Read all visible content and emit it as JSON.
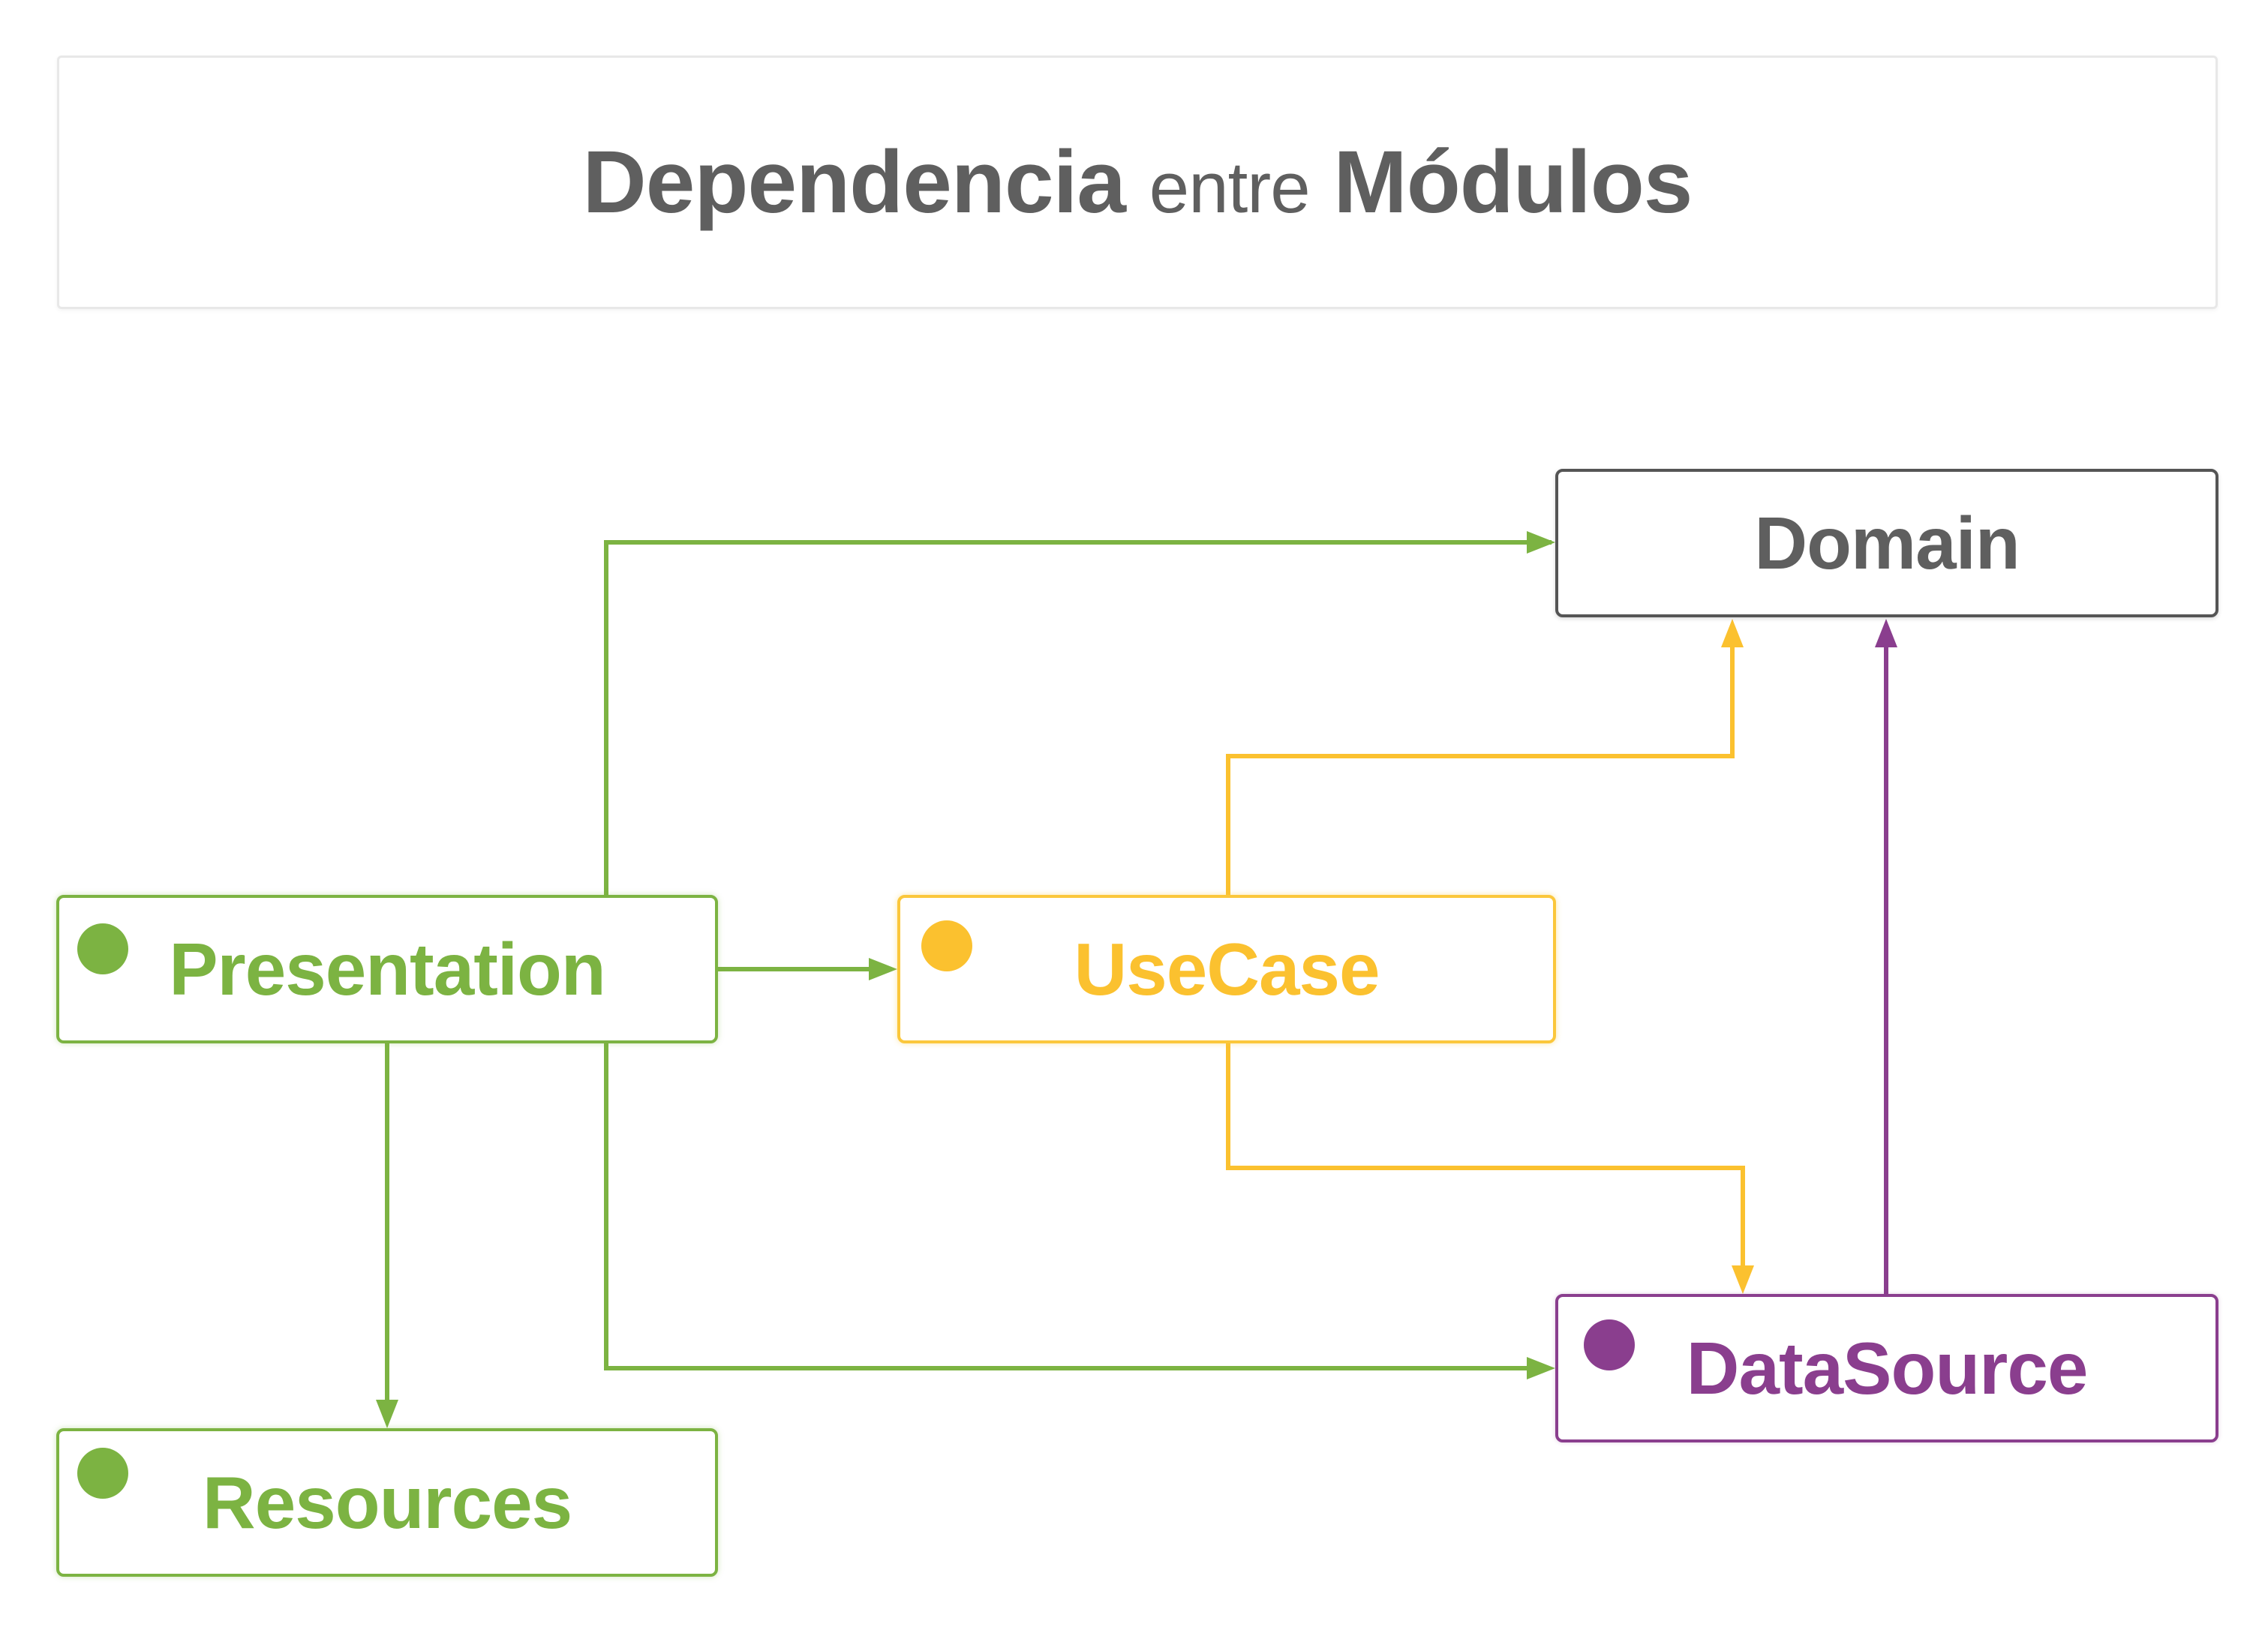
{
  "title": {
    "part1": "Dependencia",
    "part2": "entre",
    "part3": "Módulos"
  },
  "nodes": {
    "domain": {
      "label": "Domain"
    },
    "presentation": {
      "label": "Presentation"
    },
    "usecase": {
      "label": "UseCase"
    },
    "datasource": {
      "label": "DataSource"
    },
    "resources": {
      "label": "Resources"
    }
  },
  "colors": {
    "presentation": "#7cb342",
    "usecase": "#fbc12f",
    "datasource": "#8a3e8e",
    "domain": "#555555",
    "title_text": "#5f5f5f"
  },
  "edges": [
    {
      "from": "Presentation",
      "to": "Domain"
    },
    {
      "from": "Presentation",
      "to": "UseCase"
    },
    {
      "from": "Presentation",
      "to": "Resources"
    },
    {
      "from": "Presentation",
      "to": "DataSource"
    },
    {
      "from": "UseCase",
      "to": "Domain"
    },
    {
      "from": "UseCase",
      "to": "DataSource"
    },
    {
      "from": "DataSource",
      "to": "Domain"
    }
  ]
}
